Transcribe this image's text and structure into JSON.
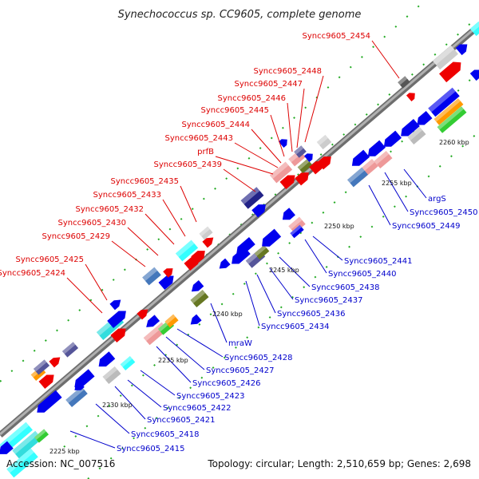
{
  "title": "Synechococcus sp. CC9605, complete genome",
  "footer": {
    "accession": "Accession: NC_007516",
    "summary": "Topology: circular; Length: 2,510,659 bp; Genes: 2,698"
  },
  "colors": {
    "forward_label": "#dd0000",
    "reverse_label": "#0000cc",
    "backbone": "#888888",
    "ticks": "#22aa22"
  },
  "ticks": [
    "2225 kbp",
    "2230 kbp",
    "2235 kbp",
    "2240 kbp",
    "2245 kbp",
    "2250 kbp",
    "2255 kbp",
    "2260 kbp"
  ],
  "labels_upper": [
    "Syncc9605_2454",
    "Syncc9605_2448",
    "Syncc9605_2447",
    "Syncc9605_2446",
    "Syncc9605_2445",
    "Syncc9605_2444",
    "Syncc9605_2443",
    "prfB",
    "Syncc9605_2439",
    "Syncc9605_2435",
    "Syncc9605_2433",
    "Syncc9605_2432",
    "Syncc9605_2430",
    "Syncc9605_2429",
    "Syncc9605_2425",
    "Syncc9605_2424"
  ],
  "labels_lower": [
    "argS",
    "Syncc9605_2450",
    "Syncc9605_2449",
    "Syncc9605_2441",
    "Syncc9605_2440",
    "Syncc9605_2438",
    "Syncc9605_2437",
    "Syncc9605_2436",
    "Syncc9605_2434",
    "mraW",
    "Syncc9605_2428",
    "Syncc9605_2427",
    "Syncc9605_2426",
    "Syncc9605_2423",
    "Syncc9605_2422",
    "Syncc9605_2421",
    "Syncc9605_2418",
    "Syncc9605_2415"
  ]
}
